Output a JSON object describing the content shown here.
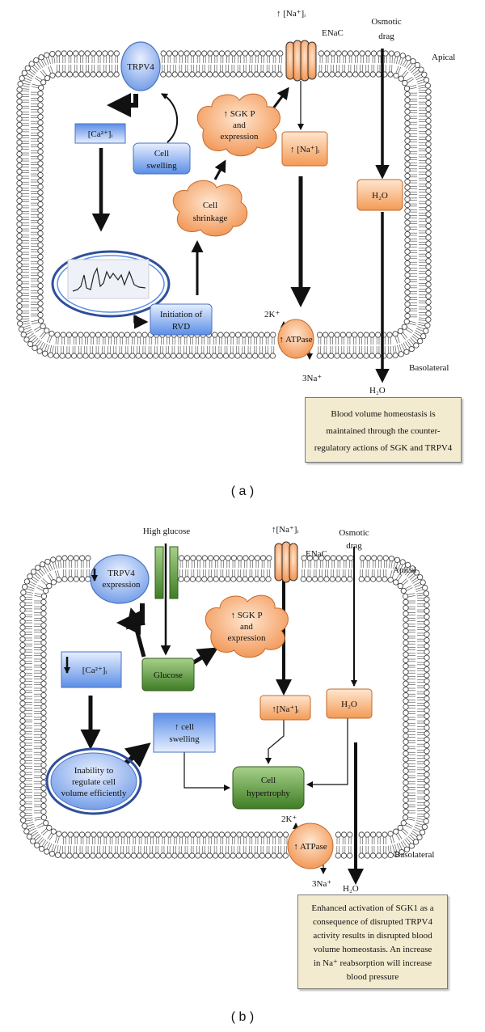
{
  "panel_a": {
    "panel_label": "( a )",
    "trpv4": "TRPV4",
    "ca": "[Ca²⁺]ᵢ",
    "cell_swelling": [
      "Cell",
      "swelling"
    ],
    "sgk_cloud": [
      "↑ SGK P",
      "and",
      "expression"
    ],
    "cell_shrinkage": [
      "Cell",
      "shrinkage"
    ],
    "na_box": "↑ [Na⁺]ᵢ",
    "na_top": "↑ [Na⁺]ᵢ",
    "enac": "ENaC",
    "osmotic": [
      "Osmotic",
      "drag"
    ],
    "apical": "Apical",
    "h2o_box": "H₂O",
    "h2o_out": "H₂O",
    "rvd": [
      "Initiation of",
      "RVD"
    ],
    "atpase": "↑ ATPase",
    "k": "2K⁺",
    "na3": "3Na⁺",
    "basolateral": "Basolateral",
    "note": [
      "Blood volume homeostasis is",
      "maintained through the counter-",
      "regulatory actions of SGK and TRPV4"
    ]
  },
  "panel_b": {
    "panel_label": "( b )",
    "high_glucose": "High glucose",
    "na_top": "↑[Na⁺]ᵢ",
    "enac": "ENaC",
    "osmotic": [
      "Osmotic",
      "drag"
    ],
    "apical": "Apical",
    "trpv4": [
      "TRPV4",
      "expression"
    ],
    "sgk_cloud": [
      "↑ SGK P",
      "and",
      "expression"
    ],
    "ca": "[Ca²⁺]ᵢ",
    "glucose": "Glucose",
    "na_box": "↑[Na⁺]ᵢ",
    "h2o_box": "H₂O",
    "cell_swelling": [
      "↑ cell",
      "swelling"
    ],
    "inability": [
      "Inability to",
      "regulate cell",
      "volume efficiently"
    ],
    "hypertrophy": [
      "Cell",
      "hypertrophy"
    ],
    "k": "2K⁺",
    "atpase": "↑ ATPase",
    "na3": "3Na⁺",
    "basolateral": "Basolateral",
    "h2o_out": "H₂O",
    "note": [
      "Enhanced activation of SGK1 as a",
      "consequence of disrupted TRPV4",
      "activity results in disrupted blood",
      "volume homeostasis. An increase",
      "in  Na⁺  reabsorption will increase",
      "blood pressure"
    ]
  },
  "colors": {
    "blue_top": "#5b8ee6",
    "blue_bottom": "#e7efff",
    "orange_top": "#ffe2c8",
    "orange_bottom": "#f39a55",
    "green_top": "#a7d08a",
    "green_bottom": "#3f7d25",
    "note_bg": "#f3ebcf"
  }
}
